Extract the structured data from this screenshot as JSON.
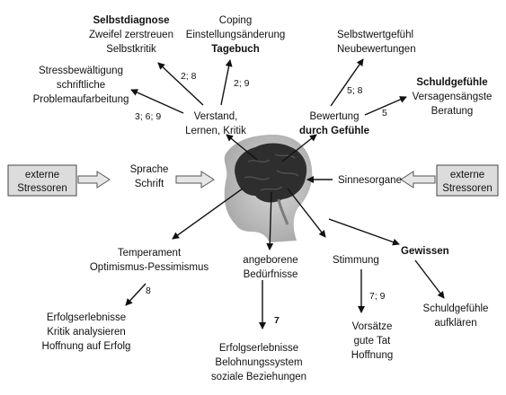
{
  "colors": {
    "stroke": "#111111",
    "box_fill": "#dcdcdc",
    "brain_dark": "#2e2e2e",
    "head_gray": "#b9b9b9"
  },
  "nodes": {
    "selbstdiagnose": {
      "title": "Selbstdiagnose",
      "lines": [
        "Zweifel zerstreuen",
        "Selbstkritik"
      ]
    },
    "coping": {
      "lines": [
        "Coping",
        "Einstellungsänderung"
      ],
      "bold_line": "Tagebuch"
    },
    "selbstwert": {
      "lines": [
        "Selbstwertgefühl",
        "Neubewertungen"
      ]
    },
    "stress": {
      "lines": [
        "Stressbewältigung",
        "schriftliche",
        "Problemaufarbeitung"
      ]
    },
    "schuld_top": {
      "title": "Schuldgefühle",
      "lines": [
        "Versagensängste",
        "Beratung"
      ]
    },
    "verstand": {
      "lines": [
        "Verstand,",
        "Lernen, Kritik"
      ]
    },
    "bewertung": {
      "line1": "Bewertung",
      "line2": "durch Gefühle"
    },
    "sprache": {
      "lines": [
        "Sprache",
        "Schrift"
      ]
    },
    "sinnesorgane": {
      "text": "Sinnesorgane"
    },
    "externe_left": {
      "lines": [
        "externe",
        "Stressoren"
      ]
    },
    "externe_right": {
      "lines": [
        "externe",
        "Stressoren"
      ]
    },
    "temperament": {
      "lines": [
        "Temperament",
        "Optimismus-Pessimismus"
      ]
    },
    "angeborene": {
      "lines": [
        "angeborene",
        "Bedürfnisse"
      ]
    },
    "stimmung": {
      "text": "Stimmung"
    },
    "gewissen": {
      "text": "Gewissen"
    },
    "erfolgserlebnisse_left": {
      "lines": [
        "Erfolgserlebnisse",
        "Kritik analysieren",
        "Hoffnung auf Erfolg"
      ]
    },
    "erfolgserlebnisse_bottom": {
      "lines": [
        "Erfolgserlebnisse",
        "Belohnungssystem",
        "soziale Beziehungen"
      ]
    },
    "vorsaetze": {
      "lines": [
        "Vorsätze",
        "gute Tat",
        "Hoffnung"
      ]
    },
    "schuld_bottom": {
      "lines": [
        "Schuldgefühle",
        "aufklären"
      ]
    }
  },
  "edge_labels": {
    "e_selbstdiagnose": "2; 8",
    "e_coping": "2; 9",
    "e_stress": "3; 6; 9",
    "e_selbstwert": "5; 8",
    "e_schuld": "5",
    "e_temperament": "8",
    "e_angeborene": "7",
    "e_stimmung": "7; 9"
  }
}
